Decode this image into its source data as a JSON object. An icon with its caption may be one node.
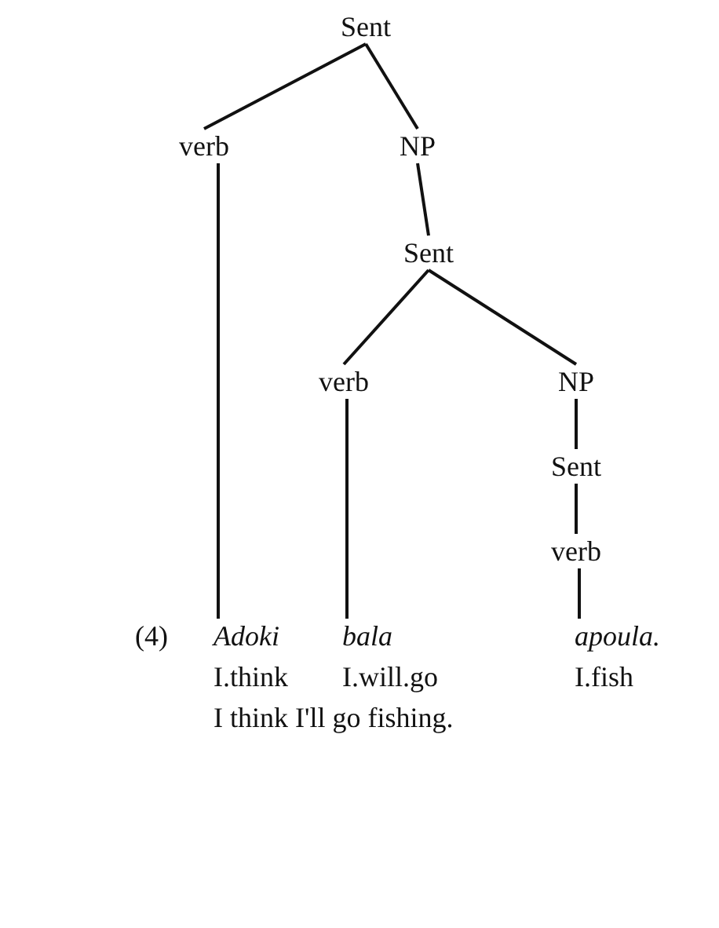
{
  "diagram": {
    "nodes": [
      {
        "text": [
          "Sent"
        ]
      },
      {
        "text": [
          "verb"
        ]
      },
      {
        "text": [
          "NP"
        ]
      },
      {
        "text": [
          "Sent"
        ]
      },
      {
        "text": [
          "verb"
        ]
      },
      {
        "text": [
          "NP"
        ]
      },
      {
        "text": [
          "Sent"
        ]
      },
      {
        "text": [
          "verb"
        ]
      },
      {
        "text": [
          "Adoki",
          "I.think"
        ]
      },
      {
        "text": [
          "bala",
          "I.will.go"
        ]
      },
      {
        "text": [
          "apoula.",
          "I.fish"
        ]
      }
    ],
    "edges": [
      {
        "from": 0,
        "to": 1,
        "arrow": "none"
      },
      {
        "from": 0,
        "to": 2,
        "arrow": "none"
      },
      {
        "from": 2,
        "to": 3,
        "arrow": "none"
      },
      {
        "from": 3,
        "to": 4,
        "arrow": "none"
      },
      {
        "from": 3,
        "to": 5,
        "arrow": "none"
      },
      {
        "from": 5,
        "to": 6,
        "arrow": "none"
      },
      {
        "from": 6,
        "to": 7,
        "arrow": "none"
      },
      {
        "from": 1,
        "to": 8,
        "arrow": "none"
      },
      {
        "from": 4,
        "to": 9,
        "arrow": "none"
      },
      {
        "from": 7,
        "to": 10,
        "arrow": "none"
      }
    ],
    "labels": [
      "(4)",
      "I think I'll go fishing."
    ]
  }
}
